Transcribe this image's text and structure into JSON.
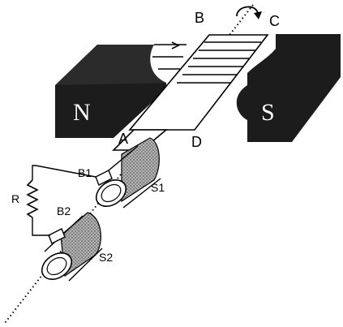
{
  "diagram": {
    "pole_north": "N",
    "pole_south": "S",
    "coil_corners": {
      "a": "A",
      "b": "B",
      "c": "C",
      "d": "D"
    },
    "brushes": {
      "b1": "B1",
      "b2": "B2"
    },
    "slip_rings": {
      "s1": "S1",
      "s2": "S2"
    },
    "resistor": "R",
    "colors": {
      "magnet": "#1a1a1a",
      "line": "#000000",
      "background": "#ffffff",
      "ring_shade": "#8a8a8a"
    }
  }
}
